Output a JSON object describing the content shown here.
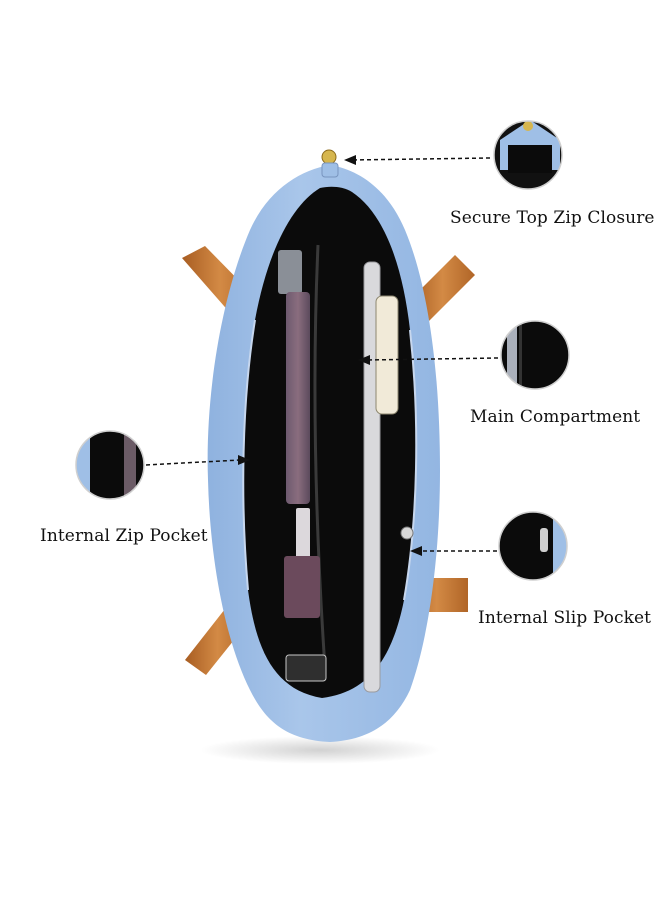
{
  "product": {
    "body_color": "#9fbfe6",
    "lining_color": "#0b0b0b",
    "handle_color": "#c9782f"
  },
  "callouts": {
    "top_zip": "Secure Top Zip Closure",
    "main_compartment": "Main Compartment",
    "internal_zip_pocket": "Internal Zip Pocket",
    "internal_slip_pocket": "Internal Slip Pocket"
  }
}
